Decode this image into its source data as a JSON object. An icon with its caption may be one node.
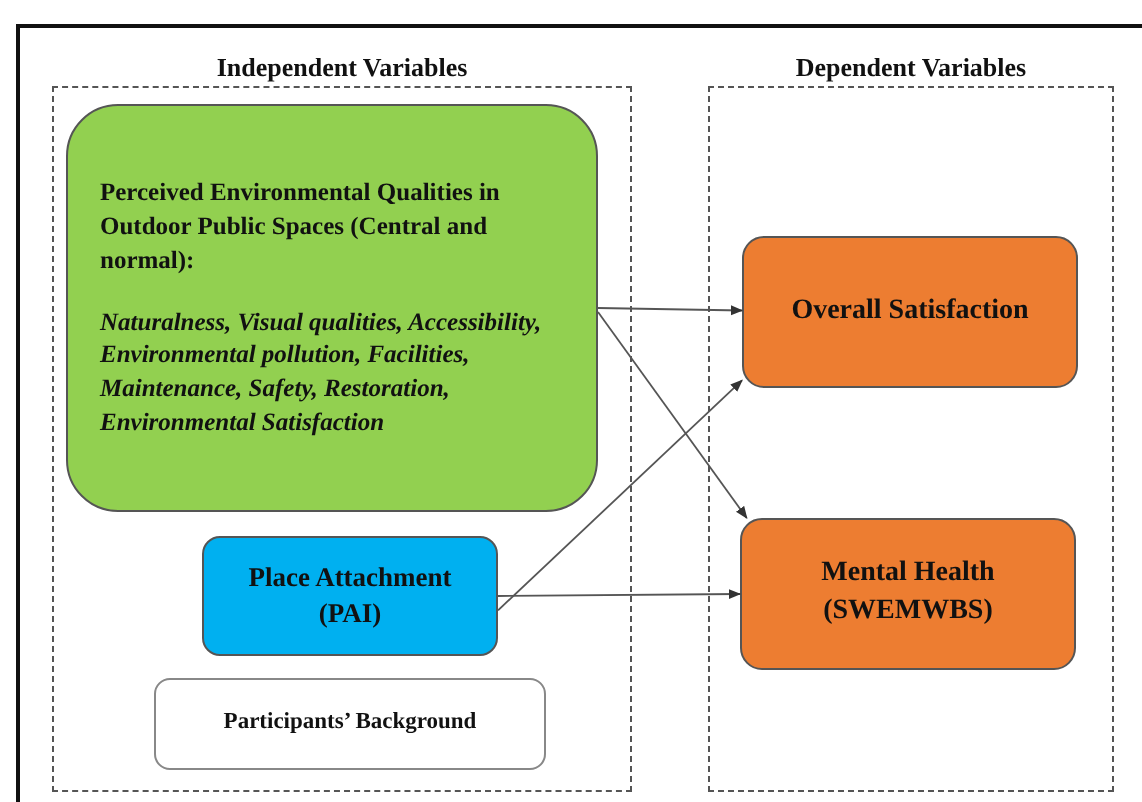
{
  "diagram": {
    "nodes": [
      {
        "text": [
          "Independent Variables"
        ]
      },
      {
        "text": [
          "Perceived Environmental Qualities in Outdoor Public Spaces (Central and normal):",
          "Naturalness, Visual qualities, Accessibility, Environmental pollution, Facilities, Maintenance, Safety, Restoration, Environmental Satisfaction"
        ],
        "in": 0
      },
      {
        "text": [
          "Place Attachment (PAI)"
        ],
        "in": 0
      },
      {
        "text": [
          "Participants’ Background"
        ],
        "in": 0
      },
      {
        "text": [
          "Dependent Variables"
        ]
      },
      {
        "text": [
          "Overall Satisfaction"
        ],
        "in": 4
      },
      {
        "text": [
          "Mental Health (SWEMWBS)"
        ],
        "in": 4
      }
    ],
    "edges": [
      {
        "from": 1,
        "to": 5,
        "arrow": "to"
      },
      {
        "from": 1,
        "to": 6,
        "arrow": "to"
      },
      {
        "from": 2,
        "to": 5,
        "arrow": "to"
      },
      {
        "from": 2,
        "to": 6,
        "arrow": "to"
      }
    ]
  }
}
